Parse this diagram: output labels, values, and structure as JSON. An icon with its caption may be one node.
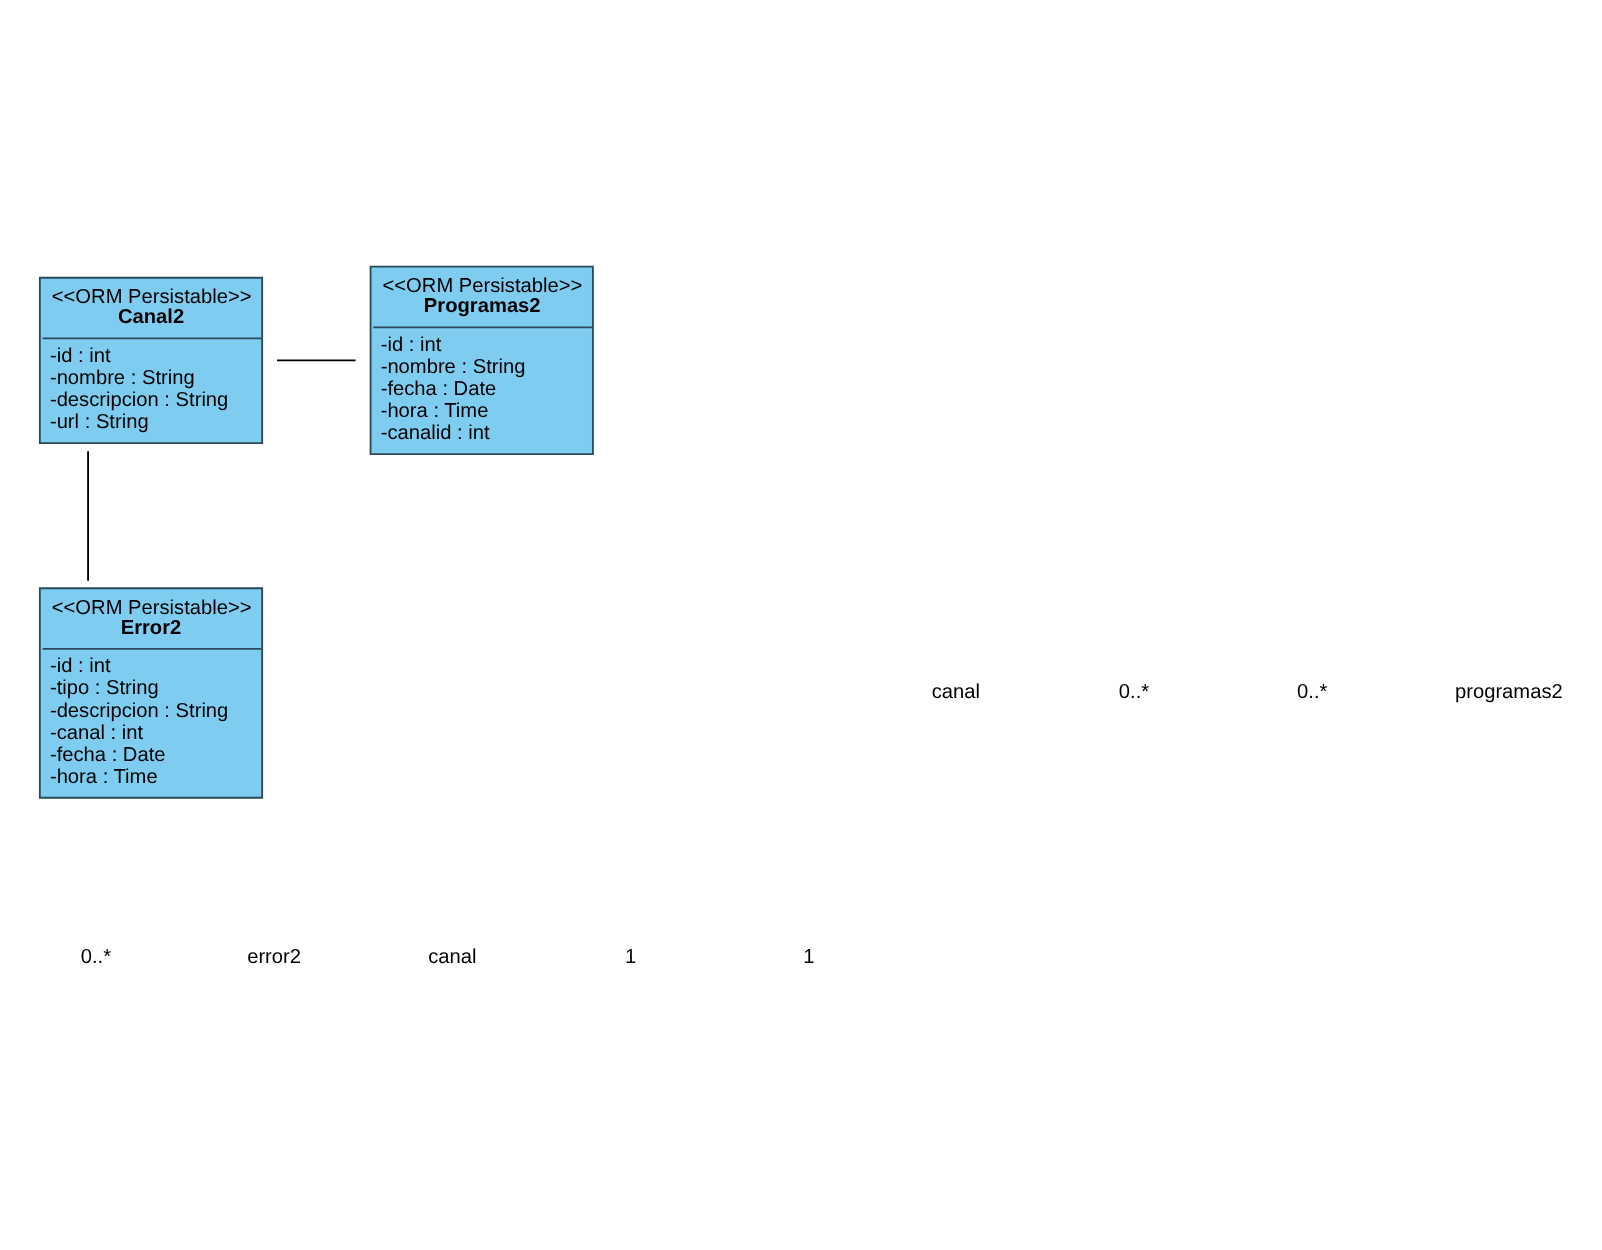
{
  "diagram": {
    "nodes": [
      {
        "text": [
          "<<ORM Persistable>>",
          "Canal2",
          "-id : int",
          "-nombre : String",
          "-descripcion : String",
          "-url : String"
        ]
      },
      {
        "text": [
          "<<ORM Persistable>>",
          "Programas2",
          "-id : int",
          "-nombre : String",
          "-fecha : Date",
          "-hora : Time",
          "-canalid : int"
        ]
      },
      {
        "text": [
          "<<ORM Persistable>>",
          "Error2",
          "-id : int",
          "-tipo : String",
          "-descripcion : String",
          "-canal : int",
          "-fecha : Date",
          "-hora : Time"
        ]
      }
    ],
    "edges": [
      {
        "from": 0,
        "to": 1,
        "arrow": "none"
      },
      {
        "from": 0,
        "to": 2,
        "arrow": "none"
      }
    ],
    "labels": [
      "canal",
      "0..*",
      "0..*",
      "1",
      "programas2",
      "1",
      "canal",
      "0..*",
      "error2"
    ]
  }
}
